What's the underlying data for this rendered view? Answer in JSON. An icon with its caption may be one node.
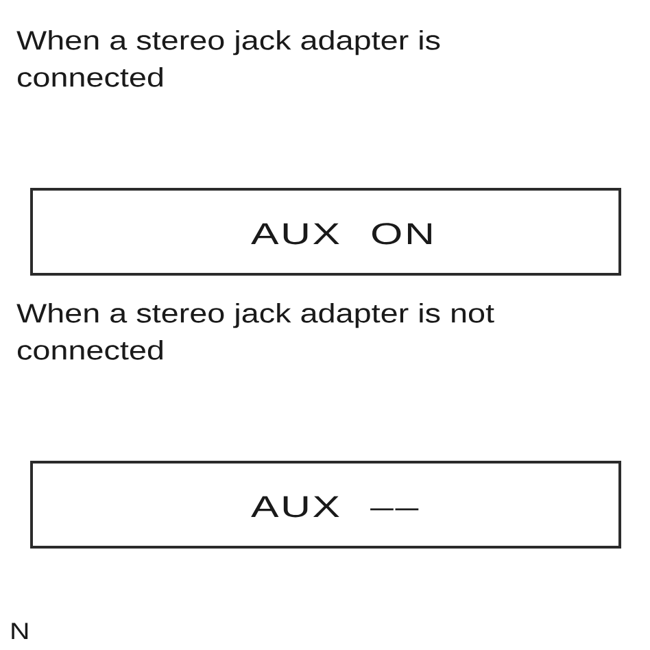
{
  "diagram": {
    "nodes": [
      {
        "text": [
          "AUX ON"
        ]
      },
      {
        "text": [
          "AUX ––"
        ]
      }
    ],
    "labels": [
      "When a stereo jack adapter is connected",
      "When a stereo jack adapter is not connected",
      "N"
    ]
  }
}
